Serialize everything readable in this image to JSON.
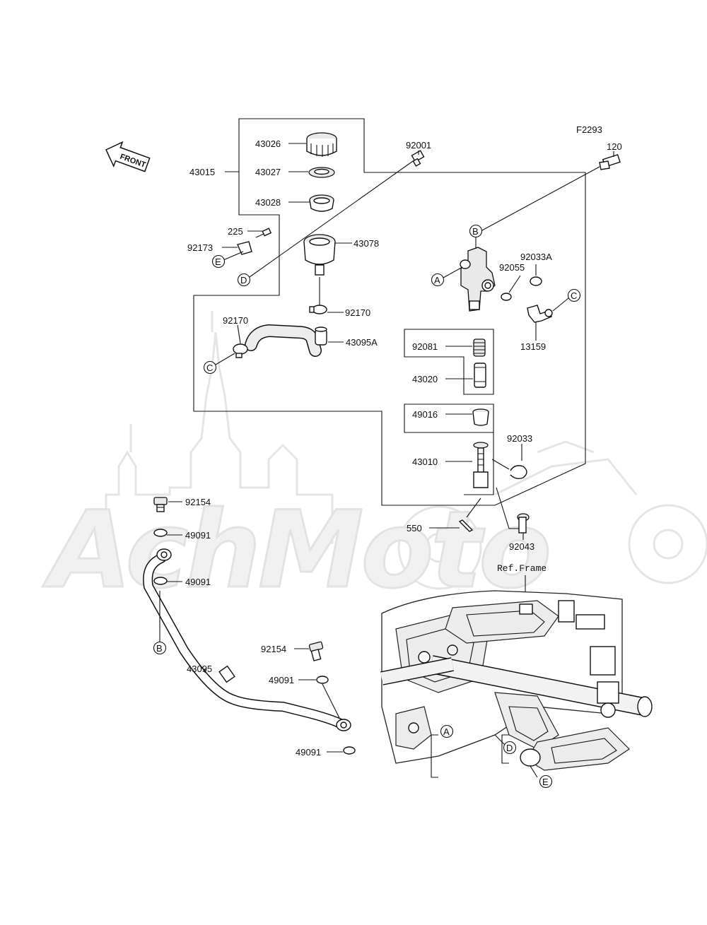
{
  "diagram_code": "F2293",
  "front_label": "FRONT",
  "ref_frame_label": "Ref.Frame",
  "watermark_text": "AchMoto",
  "callout_letters": {
    "a": "A",
    "b": "B",
    "c": "C",
    "d": "D",
    "e": "E"
  },
  "parts": {
    "p43026": "43026",
    "p43027": "43027",
    "p43028": "43028",
    "p43015": "43015",
    "p92001": "92001",
    "p120": "120",
    "p225": "225",
    "p92173": "92173",
    "p43078": "43078",
    "p92033a": "92033A",
    "p92055": "92055",
    "p92170_upper": "92170",
    "p92170_lower": "92170",
    "p43095a": "43095A",
    "p13159": "13159",
    "p92081": "92081",
    "p43020": "43020",
    "p49016": "49016",
    "p92033": "92033",
    "p43010": "43010",
    "p92154_upper": "92154",
    "p49091_1": "49091",
    "p49091_2": "49091",
    "p550": "550",
    "p92043": "92043",
    "p92154_lower": "92154",
    "p49091_3": "49091",
    "p43095": "43095",
    "p49091_4": "49091"
  }
}
